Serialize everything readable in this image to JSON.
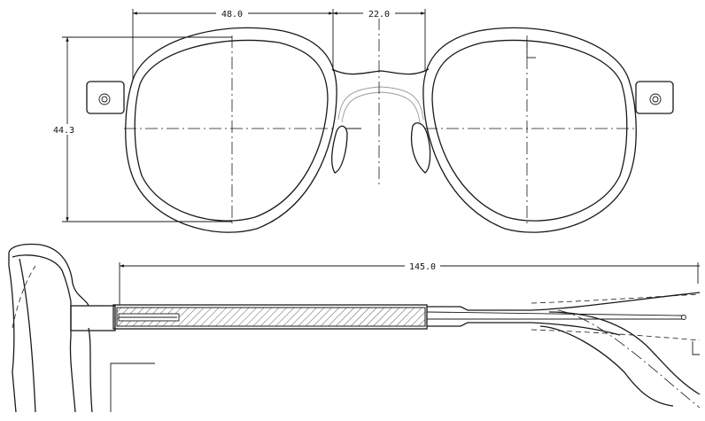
{
  "dimensions": {
    "lens_width": "48.0",
    "bridge_width": "22.0",
    "lens_height": "44.3",
    "temple_length": "145.0"
  },
  "colors": {
    "line": "#1a1a1a",
    "background": "#ffffff",
    "hatch": "#333333"
  }
}
